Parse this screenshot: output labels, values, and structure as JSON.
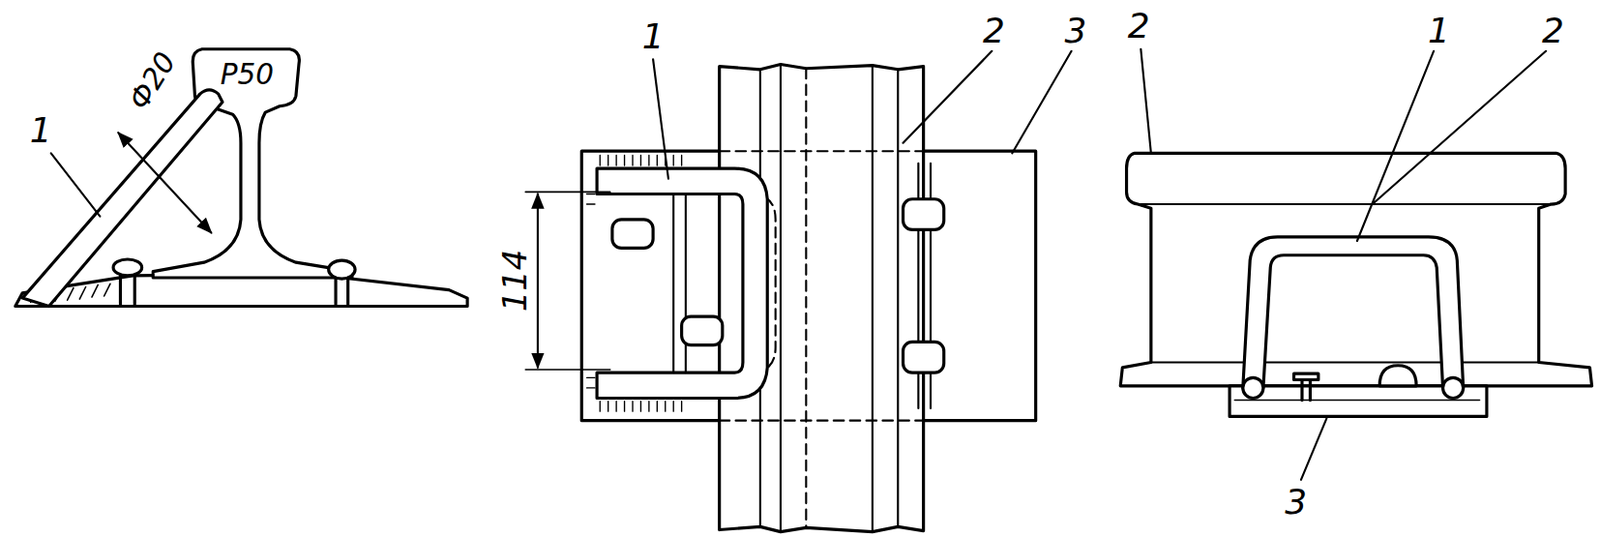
{
  "diagram": {
    "labels": [
      "Р50",
      "Ф20",
      "1",
      "1",
      "2",
      "3",
      "114",
      "2",
      "1",
      "2",
      "3"
    ]
  }
}
